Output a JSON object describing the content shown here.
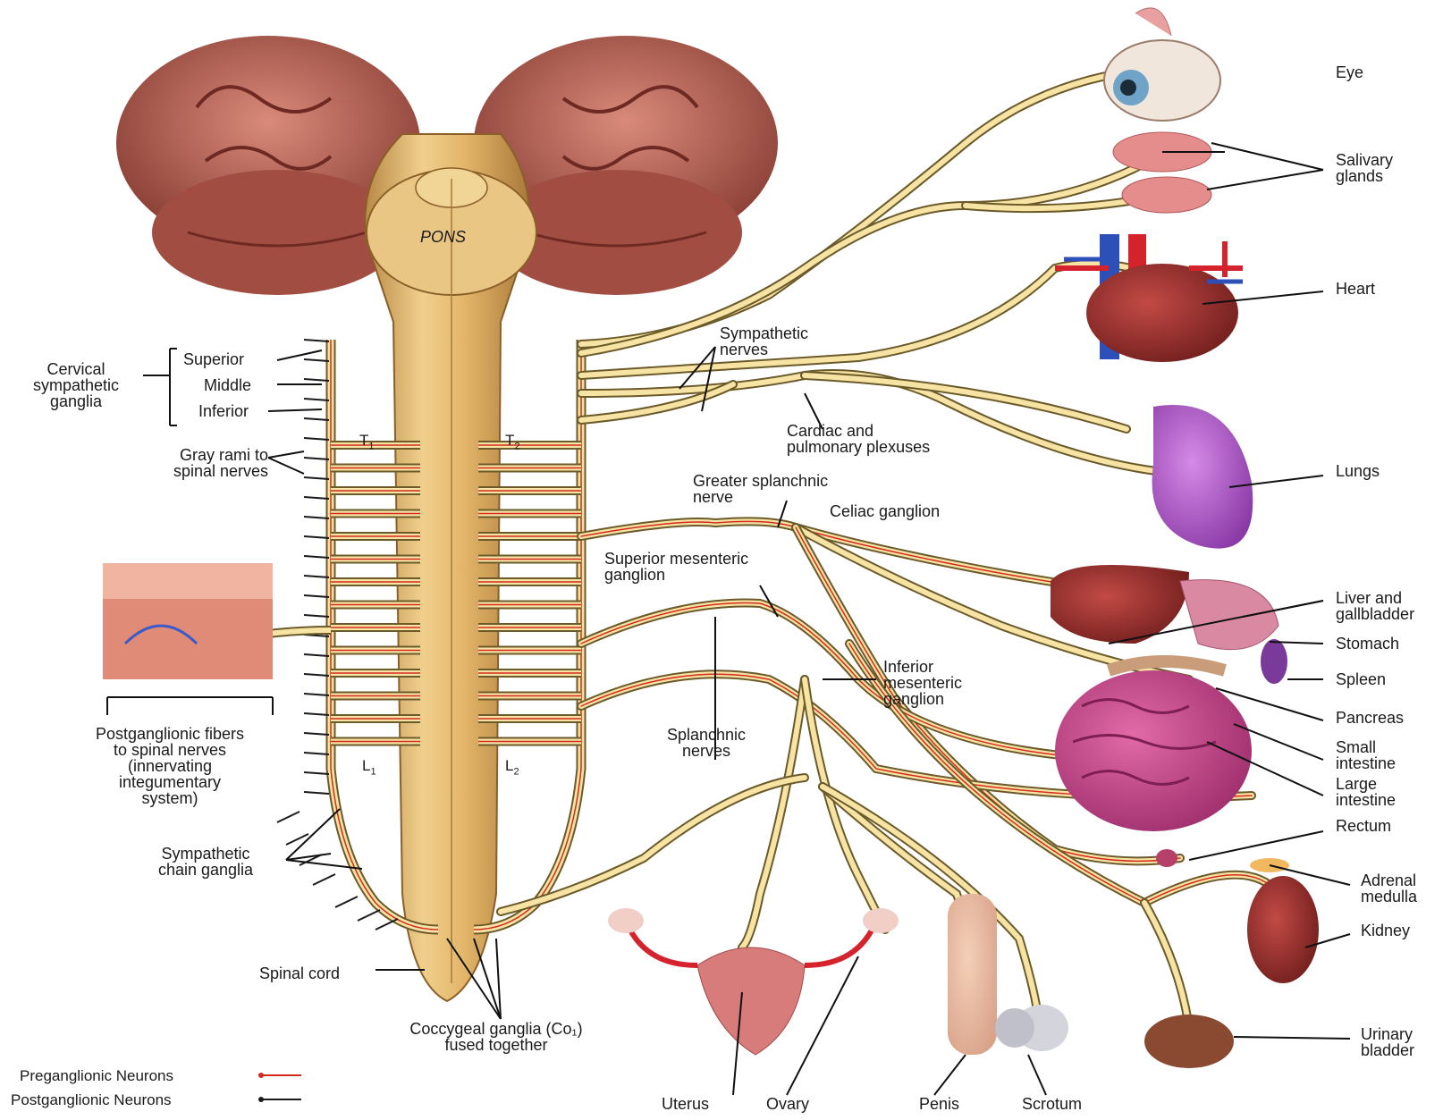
{
  "brain": {
    "pons": "PONS"
  },
  "segments": {
    "t1": "T",
    "t1_sub": "1",
    "t2": "T",
    "t2_sub": "2",
    "l1": "L",
    "l1_sub": "1",
    "l2": "L",
    "l2_sub": "2"
  },
  "left_labels": {
    "cervical": "Cervical\nsympathetic\nganglia",
    "superior": "Superior",
    "middle": "Middle",
    "inferior": "Inferior",
    "gray_rami": "Gray rami to\nspinal nerves",
    "postganglionic_fibers": "Postganglionic fibers\nto spinal nerves\n(innervating\nintegumentary\nsystem)",
    "chain_ganglia": "Sympathetic\nchain ganglia",
    "spinal_cord": "Spinal cord",
    "coccygeal": "Coccygeal ganglia (Co₁)\nfused together"
  },
  "center_labels": {
    "sympathetic_nerves": "Sympathetic\nnerves",
    "cardiac": "Cardiac and\npulmonary plexuses",
    "greater_splanchnic": "Greater splanchnic\nnerve",
    "celiac": "Celiac ganglion",
    "superior_mesenteric": "Superior mesenteric\nganglion",
    "inferior_mesenteric": "Inferior\nmesenteric\nganglion",
    "splanchnic": "Splanchnic\nnerves"
  },
  "organ_labels": {
    "eye": "Eye",
    "salivary": "Salivary\nglands",
    "heart": "Heart",
    "lungs": "Lungs",
    "liver": "Liver and\ngallbladder",
    "stomach": "Stomach",
    "spleen": "Spleen",
    "pancreas": "Pancreas",
    "small_intestine": "Small\nintestine",
    "large_intestine": "Large\nintestine",
    "rectum": "Rectum",
    "adrenal": "Adrenal\nmedulla",
    "kidney": "Kidney",
    "bladder": "Urinary\nbladder",
    "uterus": "Uterus",
    "ovary": "Ovary",
    "penis": "Penis",
    "scrotum": "Scrotum"
  },
  "legend": {
    "pre": "Preganglionic Neurons",
    "post": "Postganglionic Neurons",
    "pre_color": "#d42a1e",
    "post_color": "#1a1a1a"
  },
  "colors": {
    "nerve_fill": "#f7e3a3",
    "nerve_outline": "#6b5a2a",
    "cord": "#d9ad62",
    "brain": "#b7675a"
  }
}
